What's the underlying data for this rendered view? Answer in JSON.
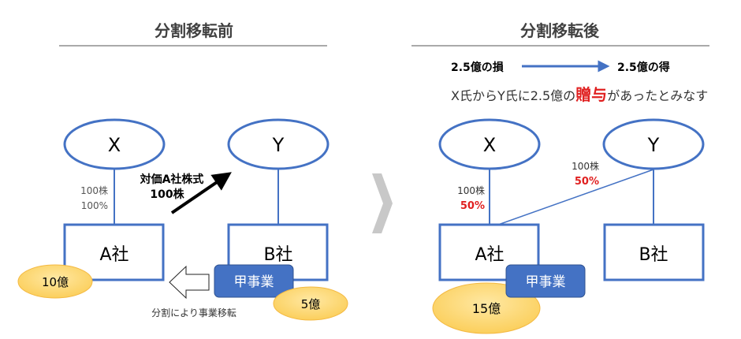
{
  "before": {
    "title": "分割移転前",
    "x_label": "X",
    "y_label": "Y",
    "a_label": "A社",
    "b_label": "B社",
    "shares": "100株",
    "percent": "100%",
    "consideration_line1": "対価A社株式",
    "consideration_line2": "100株",
    "a_value": "10億",
    "business": "甲事業",
    "b_value": "5億",
    "transfer_caption": "分割により事業移転"
  },
  "after": {
    "title": "分割移転後",
    "loss": "2.5億の損",
    "gain": "2.5億の得",
    "statement_pre": "X氏からY氏に2.5億の",
    "statement_emph": "贈与",
    "statement_post": "があったとみなす",
    "x_label": "X",
    "y_label": "Y",
    "a_label": "A社",
    "b_label": "B社",
    "x_shares": "100株",
    "x_percent": "50%",
    "y_shares": "100株",
    "y_percent": "50%",
    "business": "甲事業",
    "a_value": "15億"
  },
  "colors": {
    "blue": "#4472c4",
    "red": "#e02020",
    "gold": "#ffd966",
    "gold_stroke": "#f4b942"
  }
}
